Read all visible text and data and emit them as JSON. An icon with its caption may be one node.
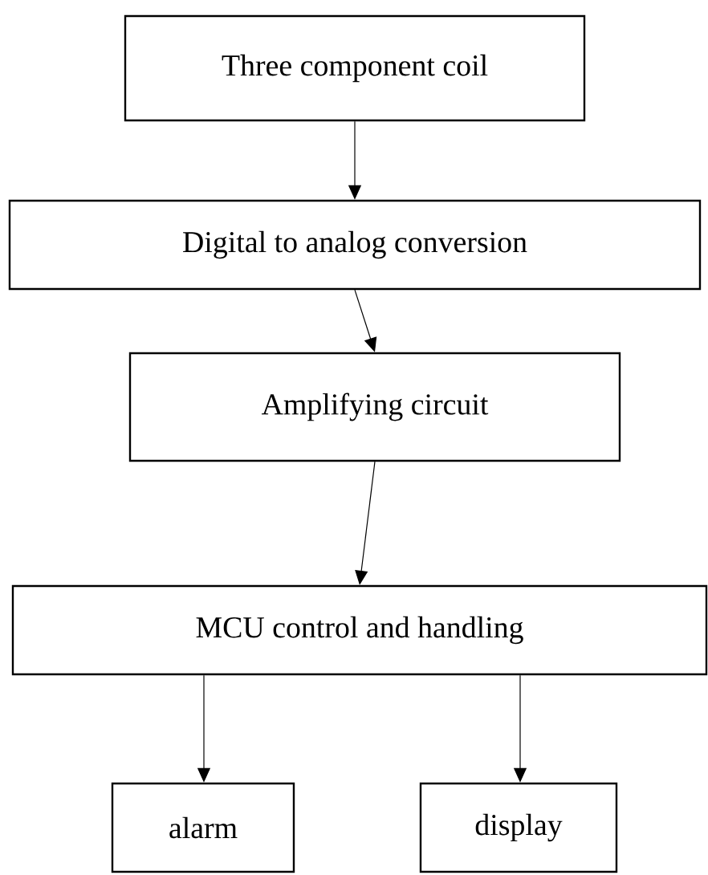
{
  "diagram": {
    "nodes": [
      {
        "text": [
          "Three component coil"
        ]
      },
      {
        "text": [
          "Digital to analog conversion"
        ]
      },
      {
        "text": [
          "Amplifying circuit"
        ]
      },
      {
        "text": [
          "MCU control and handling"
        ]
      },
      {
        "text": [
          "alarm"
        ]
      },
      {
        "text": [
          "display"
        ]
      }
    ],
    "edges": [
      {
        "from": 0,
        "to": 1,
        "arrow": "to"
      },
      {
        "from": 1,
        "to": 2,
        "arrow": "to"
      },
      {
        "from": 2,
        "to": 3,
        "arrow": "to"
      },
      {
        "from": 3,
        "to": 4,
        "arrow": "to"
      },
      {
        "from": 3,
        "to": 5,
        "arrow": "to"
      }
    ]
  }
}
